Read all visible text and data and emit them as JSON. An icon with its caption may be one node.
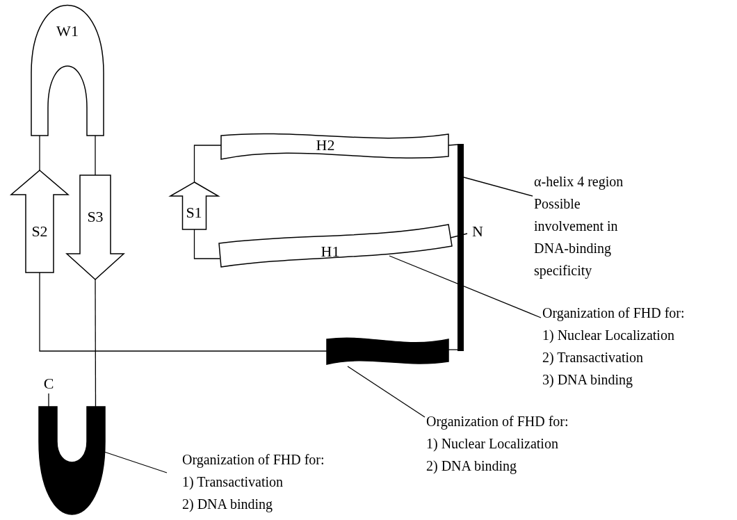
{
  "diagram": {
    "nodes": [
      {
        "text": [
          "W1"
        ]
      },
      {
        "text": [
          "S2"
        ]
      },
      {
        "text": [
          "S3"
        ]
      },
      {
        "text": [
          "S1"
        ]
      },
      {
        "text": [
          "H2"
        ]
      },
      {
        "text": [
          "H1"
        ]
      },
      {
        "text": [
          "N"
        ]
      },
      {
        "text": [],
        "shape": "bar"
      },
      {
        "text": [],
        "shape": "bar"
      },
      {
        "text": [],
        "shape": "bar"
      },
      {
        "text": [
          "C"
        ]
      },
      {
        "text": [
          "α-helix 4 region",
          "Possible involvement in DNA-binding specificity"
        ]
      },
      {
        "text": [
          "Organization of FHD for:",
          "1) Nuclear Localization",
          "2) Transactivation",
          "3) DNA binding"
        ]
      },
      {
        "text": [
          "Organization of FHD for:",
          "1) Nuclear Localization",
          "2) DNA binding"
        ]
      },
      {
        "text": [
          "Organization of FHD for:",
          "1) Transactivation",
          "2) DNA binding"
        ]
      }
    ],
    "edges": [
      {
        "from": 6,
        "to": 5,
        "arrow": "none"
      },
      {
        "from": 5,
        "to": 3,
        "arrow": "none"
      },
      {
        "from": 3,
        "to": 4,
        "arrow": "none"
      },
      {
        "from": 4,
        "to": 7,
        "arrow": "none"
      },
      {
        "from": 7,
        "to": 8,
        "arrow": "none"
      },
      {
        "from": 8,
        "to": 1,
        "arrow": "none"
      },
      {
        "from": 1,
        "to": 0,
        "arrow": "none"
      },
      {
        "from": 0,
        "to": 2,
        "arrow": "none"
      },
      {
        "from": 2,
        "to": 9,
        "arrow": "none"
      },
      {
        "from": 9,
        "to": 10,
        "arrow": "none"
      },
      {
        "from": 11,
        "to": 7,
        "arrow": "none"
      },
      {
        "from": 12,
        "to": 5,
        "arrow": "none"
      },
      {
        "from": 13,
        "to": 8,
        "arrow": "none"
      },
      {
        "from": 14,
        "to": 9,
        "arrow": "none"
      }
    ]
  }
}
